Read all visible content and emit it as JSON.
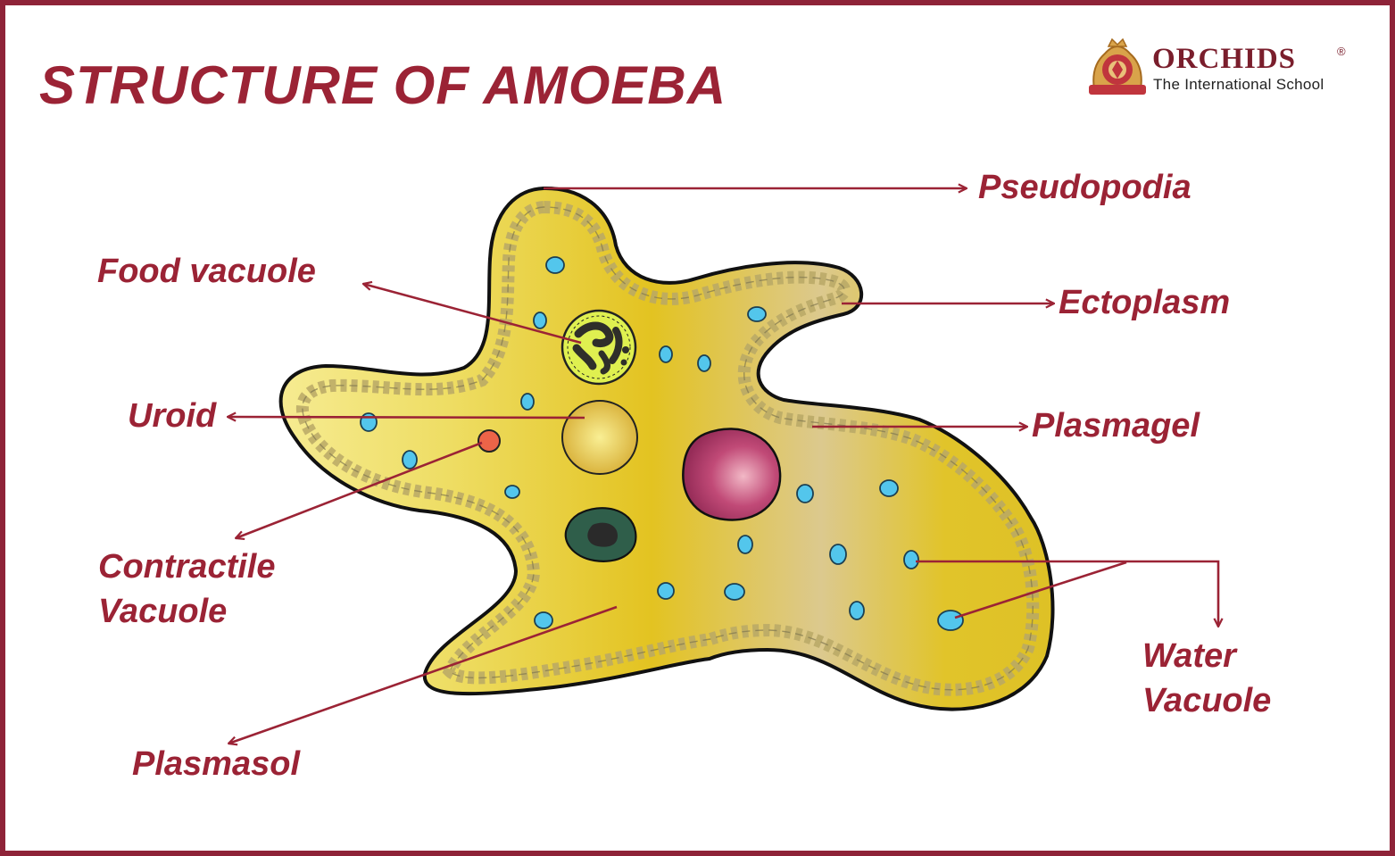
{
  "title": "STRUCTURE OF AMOEBA",
  "brand": {
    "name": "ORCHIDS",
    "registered": "®",
    "tagline": "The International School",
    "icon": "orchids-crest-logo"
  },
  "labels": {
    "pseudopodia": "Pseudopodia",
    "food_vacuole": "Food vacuole",
    "ectoplasm": "Ectoplasm",
    "uroid": "Uroid",
    "plasmagel": "Plasmagel",
    "contractile_vacuole": [
      "Contractile",
      "Vacuole"
    ],
    "water_vacuole": [
      "Water",
      "Vacuole"
    ],
    "plasmasol": "Plasmasol"
  },
  "colors": {
    "frame": "#8e2338",
    "label": "#9b2335",
    "pointer": "#9b2335",
    "cytoplasm": "#e8c626",
    "water_vacuole": "#53c6ec",
    "nucleus": "#b83e6c",
    "contractile_vacuole": "#ec6448",
    "uroid": "#dcb73b",
    "food_vacuole": "#dff050"
  }
}
